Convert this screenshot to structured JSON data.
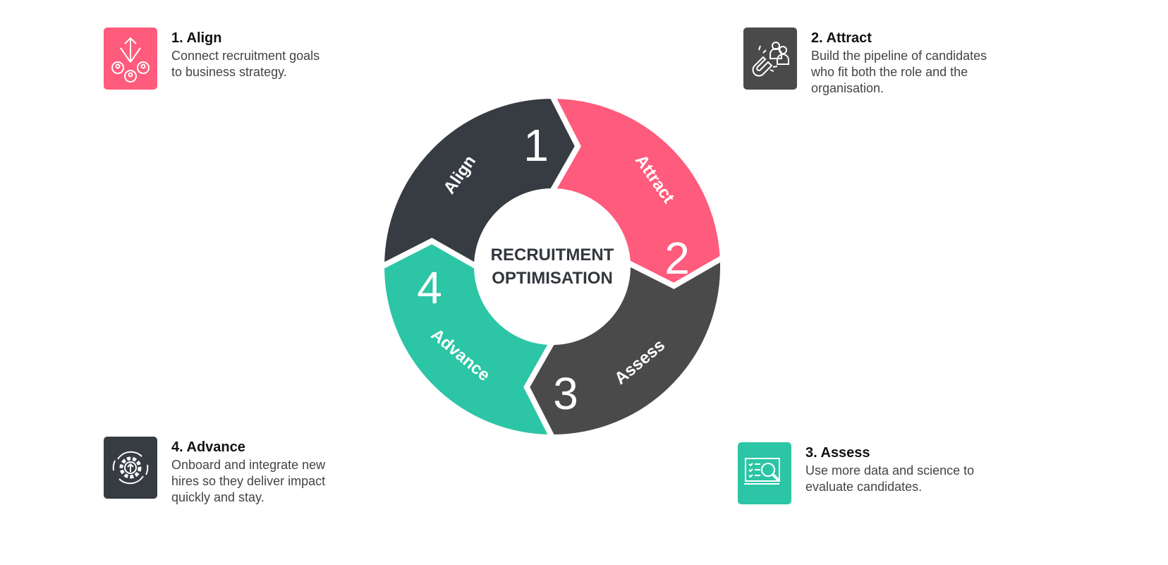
{
  "center_title": [
    "RECRUITMENT",
    "OPTIMISATION"
  ],
  "colors": {
    "align": "#FF5B7C",
    "attract": "#4A4A4A",
    "assess": "#2CC5A5",
    "advance": "#373B42"
  },
  "steps": [
    {
      "number": "1",
      "ring_label": "Align",
      "title": "1. Align",
      "desc": [
        "Connect recruitment goals",
        "to business strategy."
      ],
      "icon": "people-arrow-icon"
    },
    {
      "number": "2",
      "ring_label": "Attract",
      "title": "2. Attract",
      "desc": [
        "Build the pipeline of candidates",
        "who fit both the role and the",
        "organisation."
      ],
      "icon": "magnet-people-icon"
    },
    {
      "number": "3",
      "ring_label": "Assess",
      "title": "3. Assess",
      "desc": [
        "Use more data and science to",
        "evaluate candidates."
      ],
      "icon": "checklist-magnifier-icon"
    },
    {
      "number": "4",
      "ring_label": "Advance",
      "title": "4. Advance",
      "desc": [
        "Onboard and integrate new",
        "hires so they deliver impact",
        "quickly and stay."
      ],
      "icon": "gear-cycle-icon"
    }
  ]
}
